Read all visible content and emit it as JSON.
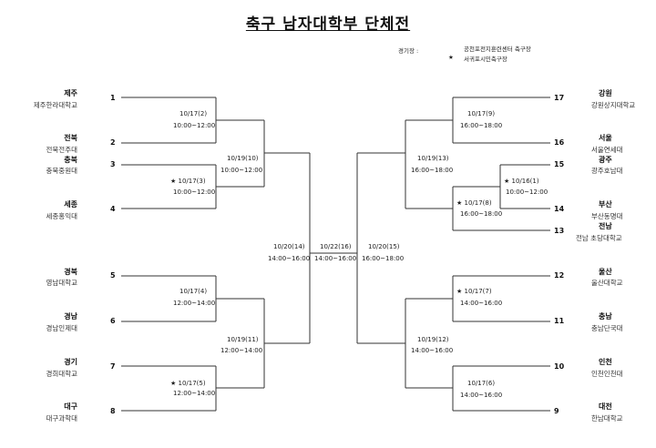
{
  "title": "축구 남자대학부 단체전",
  "venue": {
    "label": "경기장 :",
    "lines": [
      "공천포전지훈련센터 축구장",
      "서귀포시민축구장"
    ],
    "star": "★"
  },
  "teams_left": [
    {
      "seed": "1",
      "region": "제주",
      "school": "제주한라대학교"
    },
    {
      "seed": "2",
      "region": "전북",
      "school": "전북전주대"
    },
    {
      "seed": "3",
      "region": "충북",
      "school": "충북중원대"
    },
    {
      "seed": "4",
      "region": "세종",
      "school": "세종홍익대"
    },
    {
      "seed": "5",
      "region": "경북",
      "school": "영남대학교"
    },
    {
      "seed": "6",
      "region": "경남",
      "school": "경남인제대"
    },
    {
      "seed": "7",
      "region": "경기",
      "school": "경희대학교"
    },
    {
      "seed": "8",
      "region": "대구",
      "school": "대구과학대"
    }
  ],
  "teams_right": [
    {
      "seed": "17",
      "region": "강원",
      "school": "강원상지대학교"
    },
    {
      "seed": "16",
      "region": "서울",
      "school": "서울연세대"
    },
    {
      "seed": "15",
      "region": "광주",
      "school": "광주호남대"
    },
    {
      "seed": "14",
      "region": "부산",
      "school": "부산동명대"
    },
    {
      "seed": "13",
      "region": "전남",
      "school": "전남 초당대학교"
    },
    {
      "seed": "12",
      "region": "울산",
      "school": "울산대학교"
    },
    {
      "seed": "11",
      "region": "충남",
      "school": "충남단국대"
    },
    {
      "seed": "10",
      "region": "인천",
      "school": "인천인천대"
    },
    {
      "seed": "9",
      "region": "대전",
      "school": "한남대학교"
    }
  ],
  "matches": {
    "m2": {
      "date": "10/17(2)",
      "time": "10:00~12:00"
    },
    "m3": {
      "date": "★ 10/17(3)",
      "time": "10:00~12:00"
    },
    "m4": {
      "date": "10/17(4)",
      "time": "12:00~14:00"
    },
    "m5": {
      "date": "★ 10/17(5)",
      "time": "12:00~14:00"
    },
    "m10": {
      "date": "10/19(10)",
      "time": "10:00~12:00"
    },
    "m11": {
      "date": "10/19(11)",
      "time": "12:00~14:00"
    },
    "m14": {
      "date": "10/20(14)",
      "time": "14:00~16:00"
    },
    "m16": {
      "date": "10/22(16)",
      "time": "14:00~16:00"
    },
    "m15": {
      "date": "10/20(15)",
      "time": "16:00~18:00"
    },
    "m9": {
      "date": "10/17(9)",
      "time": "16:00~18:00"
    },
    "m1": {
      "date": "★ 10/16(1)",
      "time": "10:00~12:00"
    },
    "m8": {
      "date": "★ 10/17(8)",
      "time": "16:00~18:00"
    },
    "m13": {
      "date": "10/19(13)",
      "time": "16:00~18:00"
    },
    "m7": {
      "date": "★ 10/17(7)",
      "time": "14:00~16:00"
    },
    "m6": {
      "date": "10/17(6)",
      "time": "14:00~16:00"
    },
    "m12": {
      "date": "10/19(12)",
      "time": "14:00~16:00"
    }
  }
}
